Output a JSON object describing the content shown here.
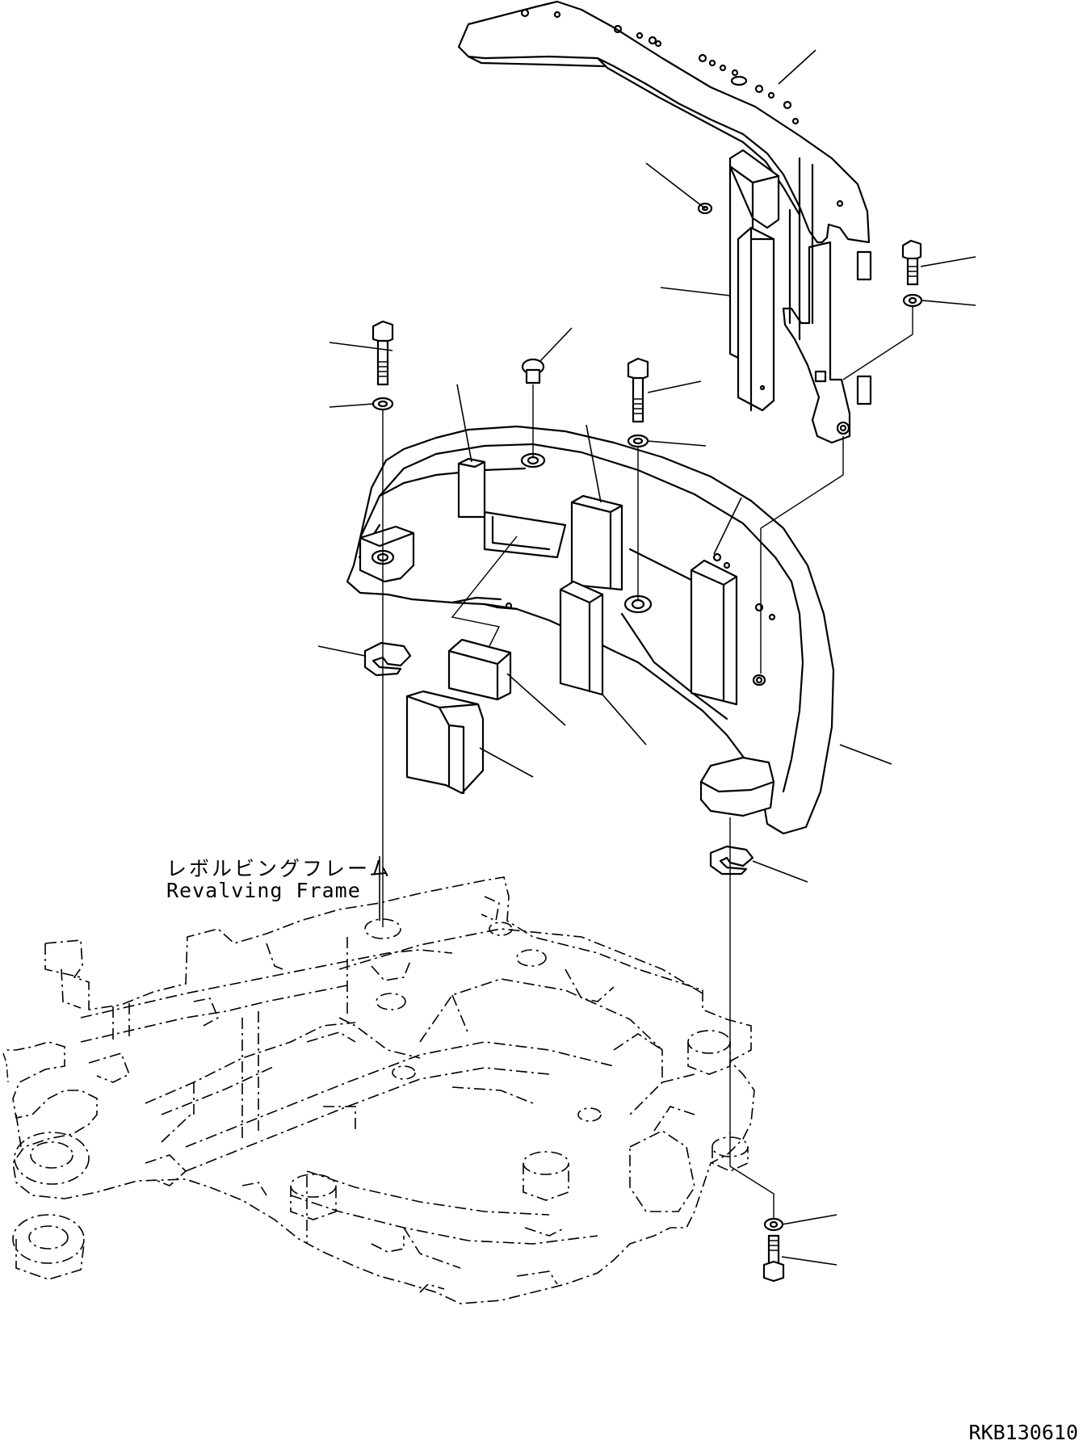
{
  "labels": {
    "revolving_frame_jp": "レボルビングフレーム",
    "revolving_frame_en": "Revalving Frame"
  },
  "drawing_number": "RKB130610",
  "colors": {
    "line": "#000000",
    "background": "#ffffff"
  }
}
